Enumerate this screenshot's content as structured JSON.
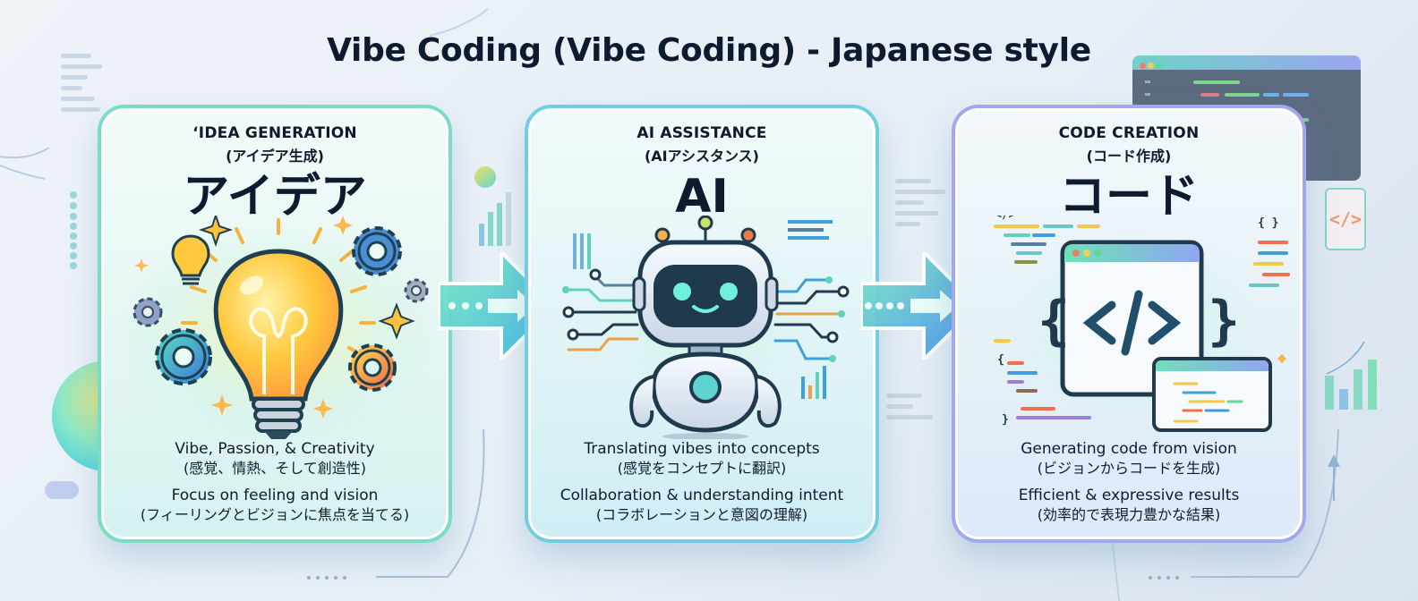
{
  "title": "Vibe Coding (Vibe Coding) - Japanese style",
  "colors": {
    "title_text": "#0e1a2e",
    "card1_border": "#79dcc4",
    "card2_border": "#72cde0",
    "card3_border": "#a3a8ee",
    "arrow_gradient_start": "#7ee8c2",
    "arrow_gradient_end": "#4a9ff0",
    "bulb": "#ffc83d",
    "gear_blue": "#4a8fd6",
    "gear_orange": "#f2874a",
    "robot_screen": "#1f3a4d",
    "robot_eyes": "#6ff0de"
  },
  "cards": [
    {
      "label_en": "‘IDEA GENERATION",
      "label_ja": "(アイデア生成)",
      "big_text": "アイデア",
      "illustration": "lightbulb-with-gears",
      "lines": [
        "Vibe, Passion, & Creativity",
        "(感覚、情熱、そして創造性)",
        "Focus on feeling and vision",
        "(フィーリングとビジョンに焦点を当てる)"
      ]
    },
    {
      "label_en": "AI ASSISTANCE",
      "label_ja": "(AIアシスタンス)",
      "big_text": "AI",
      "illustration": "robot-with-circuits",
      "lines": [
        "Translating vibes into concepts",
        "(感覚をコンセプトに翻訳)",
        "Collaboration & understanding intent",
        "(コラボレーションと意図の理解)"
      ]
    },
    {
      "label_en": "CODE CREATION",
      "label_ja": "(コード作成)",
      "big_text": "コード",
      "illustration": "code-window",
      "code_glyph": "</>",
      "lines": [
        "Generating code from vision",
        "(ビジョンからコードを生成)",
        "Efficient & expressive results",
        "(効率的で表現力豊かな結果)"
      ]
    }
  ],
  "decor": {
    "side_badge_glyph": "</>",
    "braces": [
      "{",
      "}"
    ]
  }
}
